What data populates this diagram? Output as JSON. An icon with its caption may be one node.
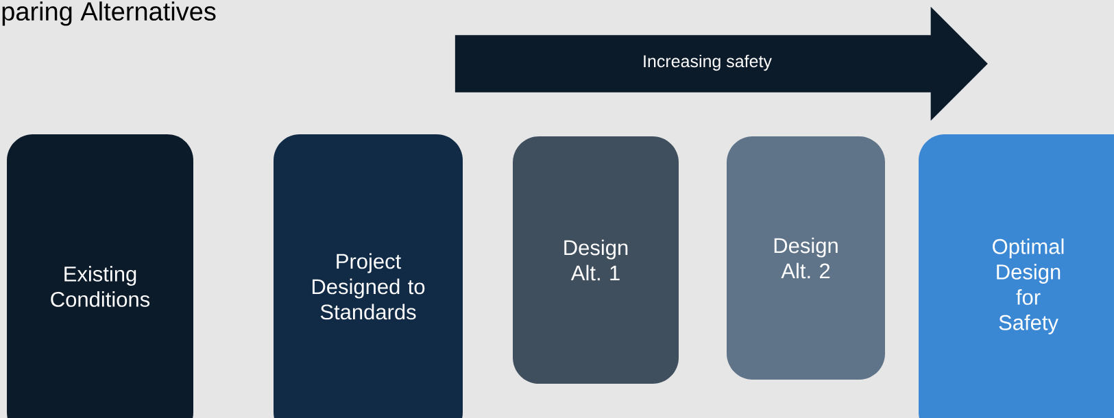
{
  "diagram": {
    "title": "paring Alternatives",
    "nodes": [
      {
        "text": [
          "Increasing safety"
        ]
      },
      {
        "text": [
          "Existing Conditions"
        ]
      },
      {
        "text": [
          "Project Designed to Standards"
        ]
      },
      {
        "text": [
          "Design Alt. 1"
        ]
      },
      {
        "text": [
          "Design Alt. 2"
        ]
      },
      {
        "text": [
          "Optimal Design for Safety"
        ]
      }
    ]
  }
}
